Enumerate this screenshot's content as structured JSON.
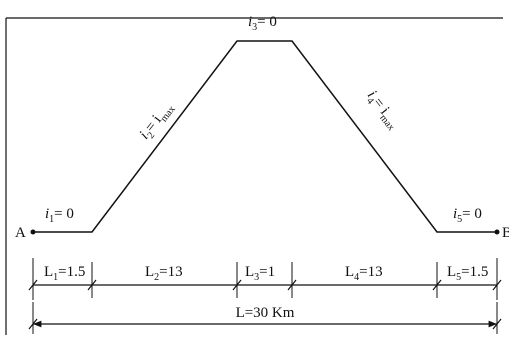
{
  "figure": {
    "point_a": "A",
    "point_b": "B",
    "segments": [
      {
        "slope_symbol": "i",
        "slope_index": "1",
        "slope_value": "= 0",
        "length_symbol": "L",
        "length_index": "1",
        "length_value": "=1.5"
      },
      {
        "slope_symbol": "i",
        "slope_index": "2",
        "slope_value": "= i",
        "slope_value_sub": "max",
        "length_symbol": "L",
        "length_index": "2",
        "length_value": "=13"
      },
      {
        "slope_symbol": "i",
        "slope_index": "3",
        "slope_value": "= 0",
        "length_symbol": "L",
        "length_index": "3",
        "length_value": "=1"
      },
      {
        "slope_symbol": "i",
        "slope_index": "4",
        "slope_value": "= i",
        "slope_value_sub": "max",
        "length_symbol": "L",
        "length_index": "4",
        "length_value": "=13"
      },
      {
        "slope_symbol": "i",
        "slope_index": "5",
        "slope_value": "= 0",
        "length_symbol": "L",
        "length_index": "5",
        "length_value": "=1.5"
      }
    ],
    "total_length_label": "L=30 Km"
  }
}
